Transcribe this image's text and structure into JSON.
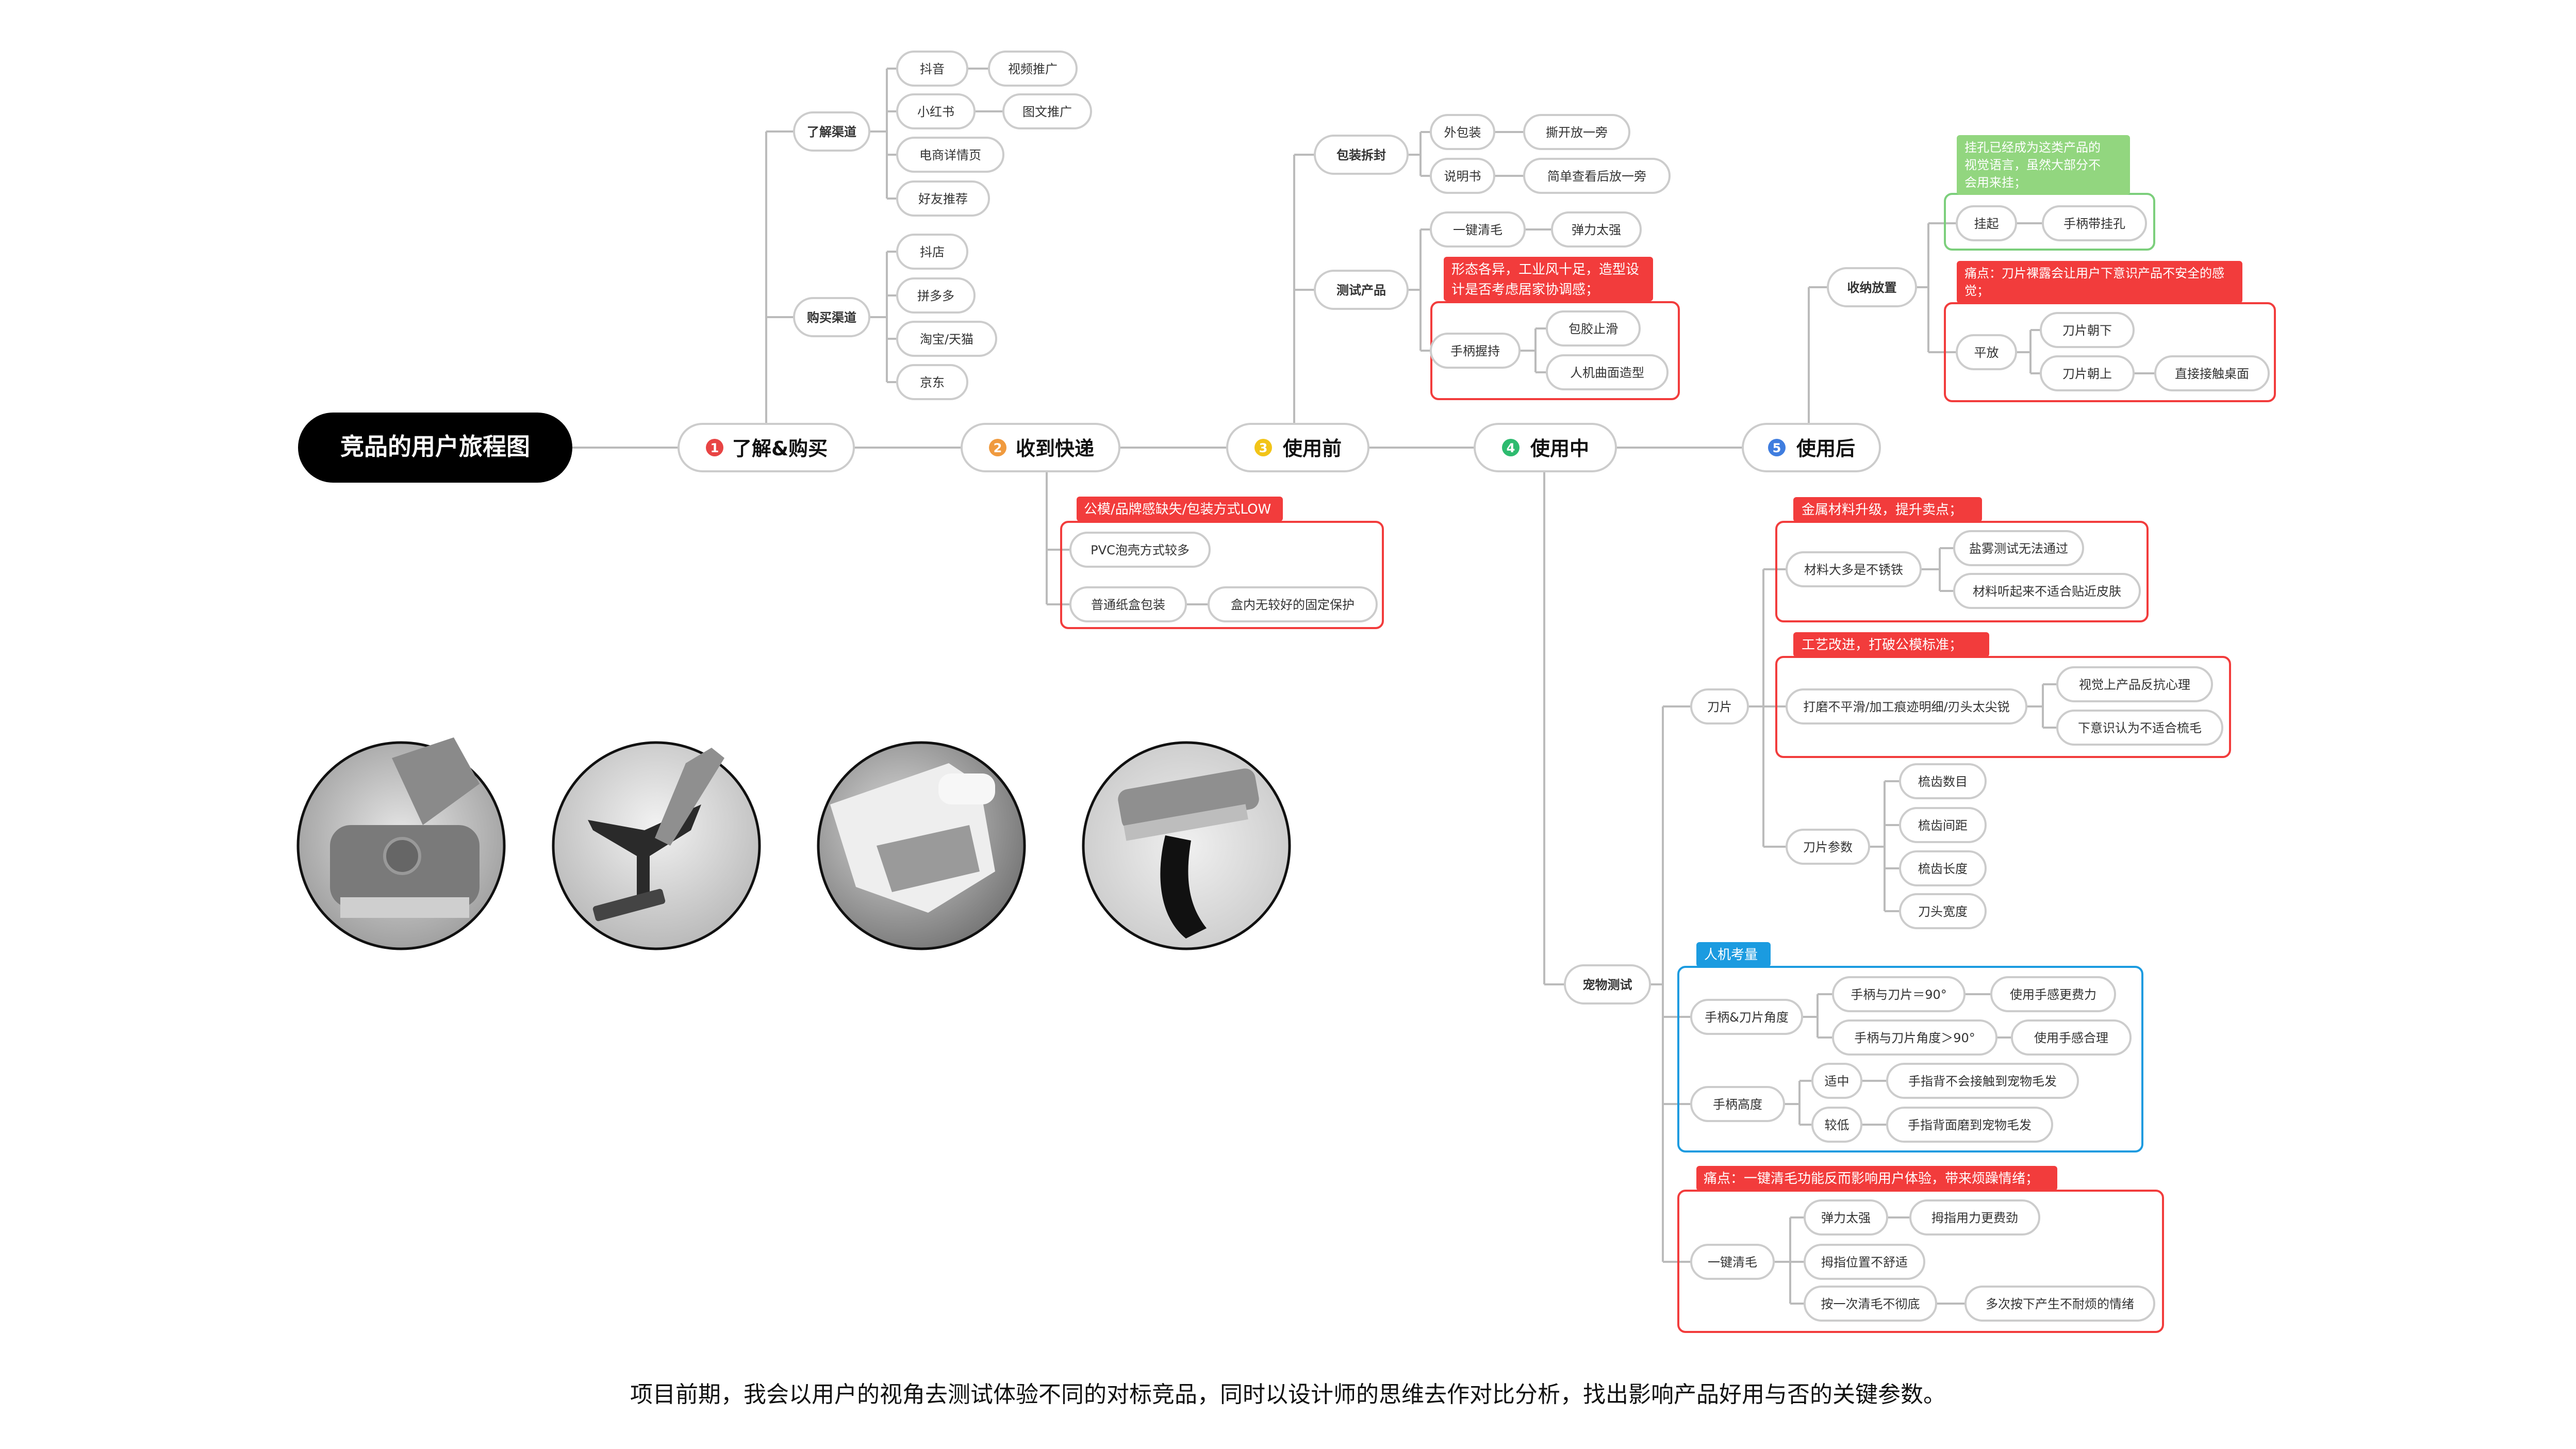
{
  "colors": {
    "root_bg": "#000000",
    "line": "#bbbbbb",
    "pill_border": "#cccccc",
    "red": "#f23c3c",
    "blue": "#1b9be0",
    "green": "#7ccf7c",
    "green_fill": "#92d67f",
    "step1": "#e84444",
    "step2": "#f09a3e",
    "step3": "#f2c418",
    "step4": "#2dbb6f",
    "step5": "#3f7ddf"
  },
  "root": "竞品的用户旅程图",
  "stages": [
    {
      "num": "1",
      "label": "了解&购买"
    },
    {
      "num": "2",
      "label": "收到快递"
    },
    {
      "num": "3",
      "label": "使用前"
    },
    {
      "num": "4",
      "label": "使用中"
    },
    {
      "num": "5",
      "label": "使用后"
    }
  ],
  "s1": {
    "know": "了解渠道",
    "know_items": [
      "抖音",
      "小红书",
      "电商详情页",
      "好友推荐"
    ],
    "know_sub": [
      "视频推广",
      "图文推广"
    ],
    "buy": "购买渠道",
    "buy_items": [
      "抖店",
      "拼多多",
      "淘宝/天猫",
      "京东"
    ]
  },
  "s2": {
    "callout": "公模/品牌感缺失/包装方式LOW",
    "a": "PVC泡壳方式较多",
    "b": "普通纸盒包装",
    "b_sub": "盒内无较好的固定保护"
  },
  "s3": {
    "unpack": "包装拆封",
    "outer": "外包装",
    "outer_sub": "撕开放一旁",
    "manual": "说明书",
    "manual_sub": "简单查看后放一旁",
    "test": "测试产品",
    "oneclick": "一键清毛",
    "oneclick_sub": "弹力太强",
    "callout": [
      "形态各异，工业风十足，造型设",
      "计是否考虑居家协调感；"
    ],
    "grip": "手柄握持",
    "grip_a": "包胶止滑",
    "grip_b": "人机曲面造型"
  },
  "s5": {
    "store": "收纳放置",
    "green_callout": [
      "挂孔已经成为这类产品的",
      "视觉语言，虽然大部分不",
      "会用来挂；"
    ],
    "hang": "挂起",
    "hang_sub": "手柄带挂孔",
    "red_callout": [
      "痛点：刀片裸露会让用户下意识产品不安全的感",
      "觉；"
    ],
    "flat": "平放",
    "down": "刀片朝下",
    "up": "刀片朝上",
    "up_sub": "直接接触桌面"
  },
  "s4": {
    "blade": "刀片",
    "c1": "金属材料升级，提升卖点；",
    "mat": "材料大多是不锈铁",
    "mat_a": "盐雾测试无法通过",
    "mat_b": "材料听起来不适合贴近皮肤",
    "c2": "工艺改进，打破公模标准；",
    "craft": "打磨不平滑/加工痕迹明细/刃头太尖锐",
    "craft_a": "视觉上产品反抗心理",
    "craft_b": "下意识认为不适合梳毛",
    "params": "刀片参数",
    "params_items": [
      "梳齿数目",
      "梳齿间距",
      "梳齿长度",
      "刀头宽度"
    ],
    "pet": "宠物测试",
    "c3": "人机考量",
    "angle": "手柄&刀片角度",
    "angle_a": "手柄与刀片＝90°",
    "angle_a_sub": "使用手感更费力",
    "angle_b": "手柄与刀片角度＞90°",
    "angle_b_sub": "使用手感合理",
    "height": "手柄高度",
    "h_mid": "适中",
    "h_mid_sub": "手指背不会接触到宠物毛发",
    "h_low": "较低",
    "h_low_sub": "手指背面磨到宠物毛发",
    "c4": "痛点：一键清毛功能反而影响用户体验，带来烦躁情绪；",
    "clean": "一键清毛",
    "cl_a": "弹力太强",
    "cl_a_sub": "拇指用力更费劲",
    "cl_b": "拇指位置不舒适",
    "cl_c": "按一次清毛不彻底",
    "cl_c_sub": "多次按下产生不耐烦的情绪"
  },
  "photos": [
    "product-photo-1",
    "product-photo-2",
    "product-photo-3",
    "product-photo-4"
  ],
  "caption": "项目前期，我会以用户的视角去测试体验不同的对标竞品，同时以设计师的思维去作对比分析，找出影响产品好用与否的关键参数。"
}
